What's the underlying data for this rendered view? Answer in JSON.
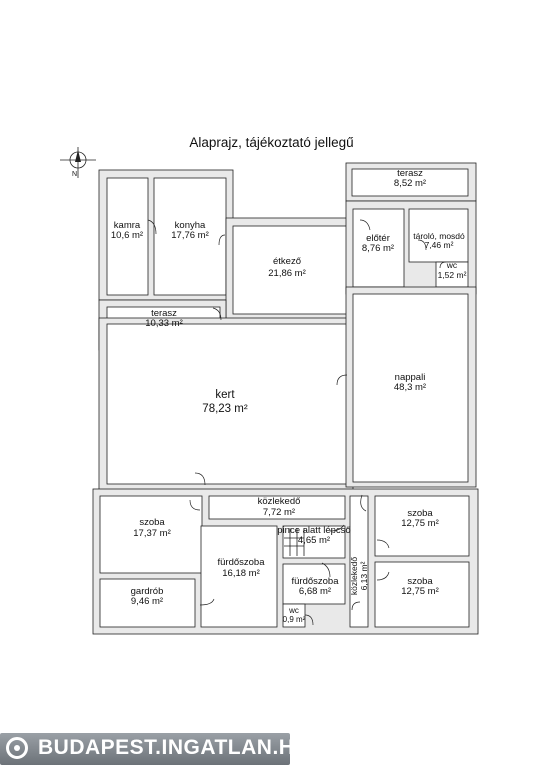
{
  "title": "Alaprajz, tájékoztató jellegű",
  "compass": {
    "north_label": "N"
  },
  "watermark": {
    "text": "BUDAPEST.INGATLAN.HU"
  },
  "rooms": [
    {
      "id": "terasz-top",
      "name": "terasz",
      "area": "8,52 m²"
    },
    {
      "id": "kamra",
      "name": "kamra",
      "area": "10,6 m²"
    },
    {
      "id": "konyha",
      "name": "konyha",
      "area": "17,76 m²"
    },
    {
      "id": "etkezo",
      "name": "étkező",
      "area": "21,86 m²"
    },
    {
      "id": "eloter",
      "name": "előtér",
      "area": "8,76 m²"
    },
    {
      "id": "tarolo-mosdo",
      "name": "tároló, mosdó",
      "area": "7,46 m²"
    },
    {
      "id": "wc-top",
      "name": "wc",
      "area": "1,52 m²"
    },
    {
      "id": "terasz-left",
      "name": "terasz",
      "area": "10,33 m²"
    },
    {
      "id": "kert",
      "name": "kert",
      "area": "78,23 m²"
    },
    {
      "id": "nappali",
      "name": "nappali",
      "area": "48,3 m²"
    },
    {
      "id": "kozlekedo-mid",
      "name": "közlekedő",
      "area": "7,72 m²"
    },
    {
      "id": "szoba-left",
      "name": "szoba",
      "area": "17,37 m²"
    },
    {
      "id": "pince-lepcso",
      "name": "pince alatt lépcső",
      "area": "4,65 m²"
    },
    {
      "id": "szoba-right-top",
      "name": "szoba",
      "area": "12,75 m²"
    },
    {
      "id": "furdoszoba-1",
      "name": "fürdőszoba",
      "area": "16,18 m²"
    },
    {
      "id": "furdoszoba-2",
      "name": "fürdőszoba",
      "area": "6,68 m²"
    },
    {
      "id": "szoba-right-bottom",
      "name": "szoba",
      "area": "12,75 m²"
    },
    {
      "id": "gardrob",
      "name": "gardrób",
      "area": "9,46 m²"
    },
    {
      "id": "wc-bottom",
      "name": "wc",
      "area": "0,9 m²"
    },
    {
      "id": "kozlekedo-vert",
      "name": "közlekedő",
      "area": "6,13 m²"
    }
  ]
}
